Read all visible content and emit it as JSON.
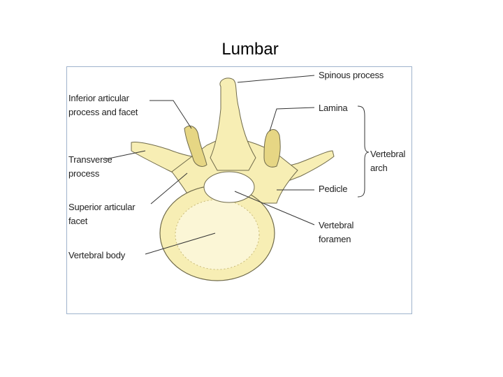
{
  "title": "Lumbar",
  "figure": {
    "labels": {
      "inferior_articular_line1": "Inferior articular",
      "inferior_articular_line2": "process and facet",
      "transverse_line1": "Transverse",
      "transverse_line2": "process",
      "superior_articular_line1": "Superior articular",
      "superior_articular_line2": "facet",
      "vertebral_body": "Vertebral body",
      "spinous_process": "Spinous process",
      "lamina": "Lamina",
      "vertebral_arch_line1": "Vertebral",
      "vertebral_arch_line2": "arch",
      "pedicle": "Pedicle",
      "vertebral_foramen_line1": "Vertebral",
      "vertebral_foramen_line2": "foramen"
    },
    "colors": {
      "bone": "#f7eeb4",
      "bone_shadow": "#e6d684",
      "outline": "#6f6a4a",
      "leader": "#333333",
      "border": "#9fb3cc"
    }
  }
}
